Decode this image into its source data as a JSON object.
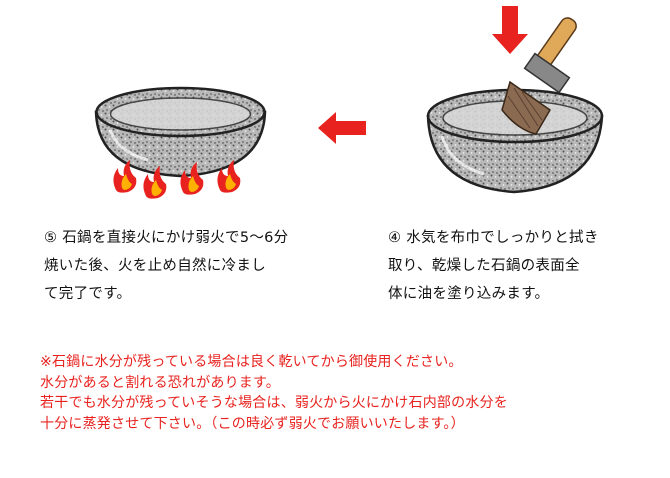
{
  "steps": {
    "step5": {
      "number": "⑤",
      "lines": [
        "石鍋を直接火にかけ弱火で5〜6分",
        "焼いた後、火を止め自然に冷まし",
        "て完了です。"
      ]
    },
    "step4": {
      "number": "④",
      "lines": [
        "水気を布巾でしっかりと拭き",
        "取り、乾燥した石鍋の表面全",
        "体に油を塗り込みます。"
      ]
    }
  },
  "note": {
    "lines": [
      "※石鍋に水分が残っている場合は良く乾いてから御使用ください。",
      "水分があると割れる恐れがあります。",
      "若干でも水分が残っていそうな場合は、弱火から火にかけ石内部の水分を",
      "十分に蒸発させて下さい。（この時必ず弱火でお願いいたします。）"
    ]
  },
  "colors": {
    "arrow": "#e8231f",
    "note_text": "#e8231f",
    "flame_outer": "#e8231f",
    "flame_inner": "#ffb000",
    "brush_handle": "#e0a95a",
    "brush_bristles": "#8b6a52"
  },
  "icons": [
    "left-arrow-icon",
    "down-arrow-icon",
    "stone-pot-icon",
    "flame-icon",
    "brush-icon"
  ]
}
